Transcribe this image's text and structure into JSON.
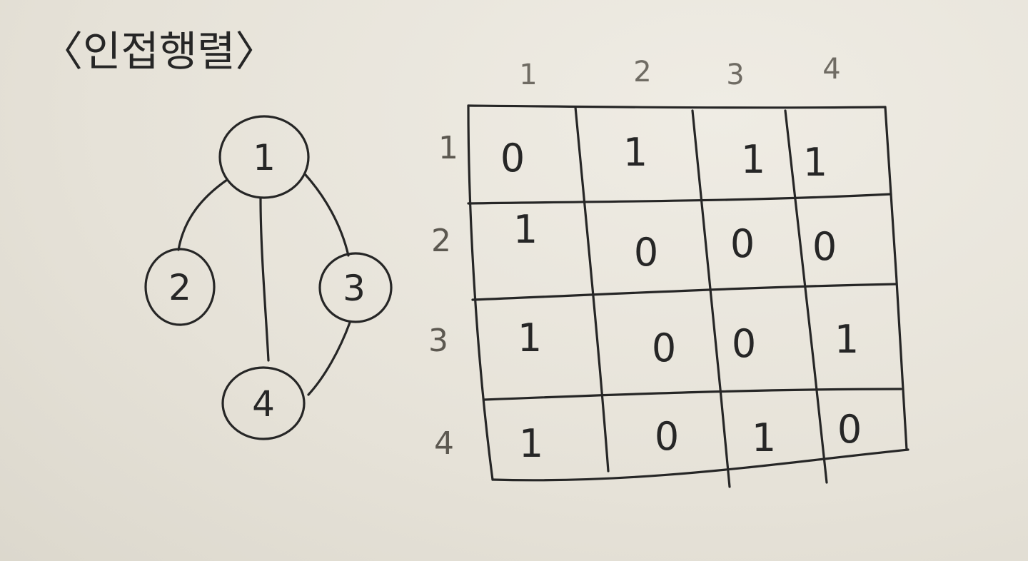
{
  "title": "〈인접행렬〉",
  "graph": {
    "nodes": [
      "1",
      "2",
      "3",
      "4"
    ],
    "edges": [
      [
        "1",
        "2"
      ],
      [
        "1",
        "3"
      ],
      [
        "1",
        "4"
      ],
      [
        "3",
        "4"
      ]
    ]
  },
  "matrix": {
    "column_labels": [
      "1",
      "2",
      "3",
      "4"
    ],
    "row_labels": [
      "1",
      "2",
      "3",
      "4"
    ],
    "rows": [
      [
        "0",
        "1",
        "1",
        "1"
      ],
      [
        "1",
        "0",
        "0",
        "0"
      ],
      [
        "1",
        "0",
        "0",
        "1"
      ],
      [
        "1",
        "0",
        "1",
        "0"
      ]
    ]
  }
}
